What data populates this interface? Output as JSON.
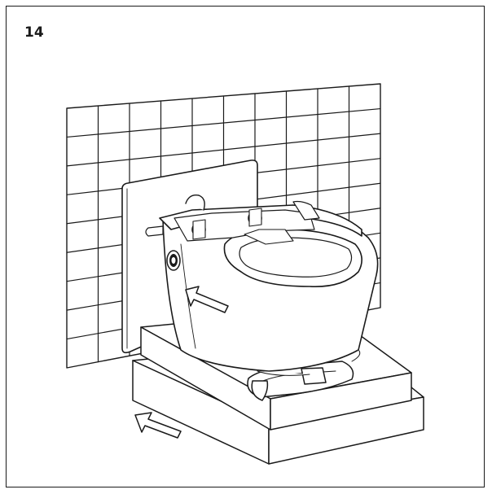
{
  "step": {
    "number": "14"
  },
  "colors": {
    "line": "#1a1a1a",
    "background": "#ffffff"
  },
  "icons": {
    "tile-wall": "tiled-wall",
    "mounting-frame": "concealed-frame-plate",
    "toilet": "wall-hung-toilet-bowl",
    "flush-button": "round-flush-button",
    "packaging": "foam-packaging-base",
    "arrow": "push-arrow"
  }
}
